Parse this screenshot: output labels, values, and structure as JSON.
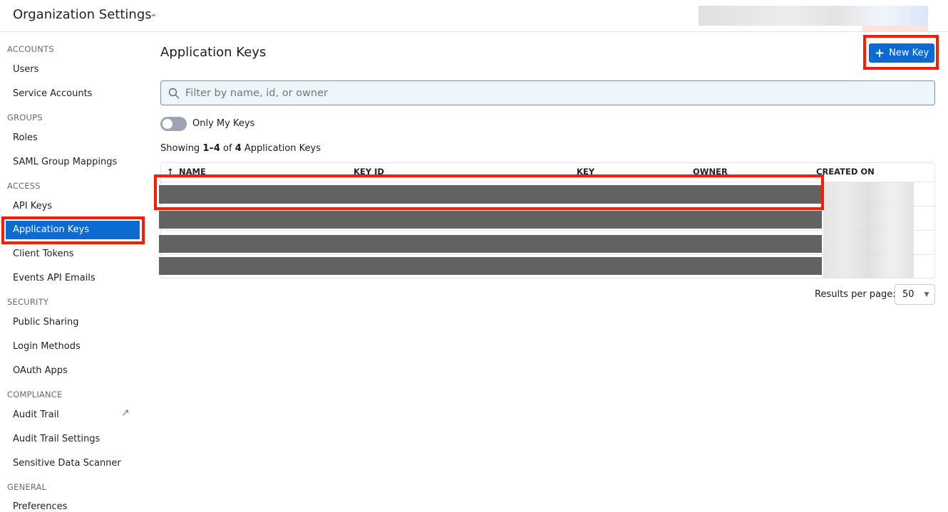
{
  "header": {
    "title": "Organization Settings"
  },
  "sidebar": {
    "sections": [
      {
        "label": "ACCOUNTS",
        "items": [
          "Users",
          "Service Accounts"
        ]
      },
      {
        "label": "GROUPS",
        "items": [
          "Roles",
          "SAML Group Mappings"
        ]
      },
      {
        "label": "ACCESS",
        "items": [
          "API Keys",
          "Application Keys",
          "Client Tokens",
          "Events API Emails"
        ]
      },
      {
        "label": "SECURITY",
        "items": [
          "Public Sharing",
          "Login Methods",
          "OAuth Apps"
        ]
      },
      {
        "label": "COMPLIANCE",
        "items": [
          "Audit Trail",
          "Audit Trail Settings",
          "Sensitive Data Scanner"
        ]
      },
      {
        "label": "GENERAL",
        "items": [
          "Preferences"
        ]
      }
    ],
    "selected": "Application Keys"
  },
  "main": {
    "title": "Application Keys",
    "new_key": "New Key",
    "search_placeholder": "Filter by name, id, or owner",
    "toggle_label": "Only My Keys",
    "toggle_on": false,
    "showing": {
      "prefix": "Showing ",
      "range": "1–4",
      "of": " of ",
      "total": "4",
      "suffix": " Application Keys"
    },
    "columns": [
      "NAME",
      "KEY ID",
      "KEY",
      "OWNER",
      "CREATED ON"
    ],
    "results_label": "Results per page:",
    "results_value": "50"
  },
  "colors": {
    "accent": "#0c6bd3",
    "highlight": "#ff1a00"
  }
}
